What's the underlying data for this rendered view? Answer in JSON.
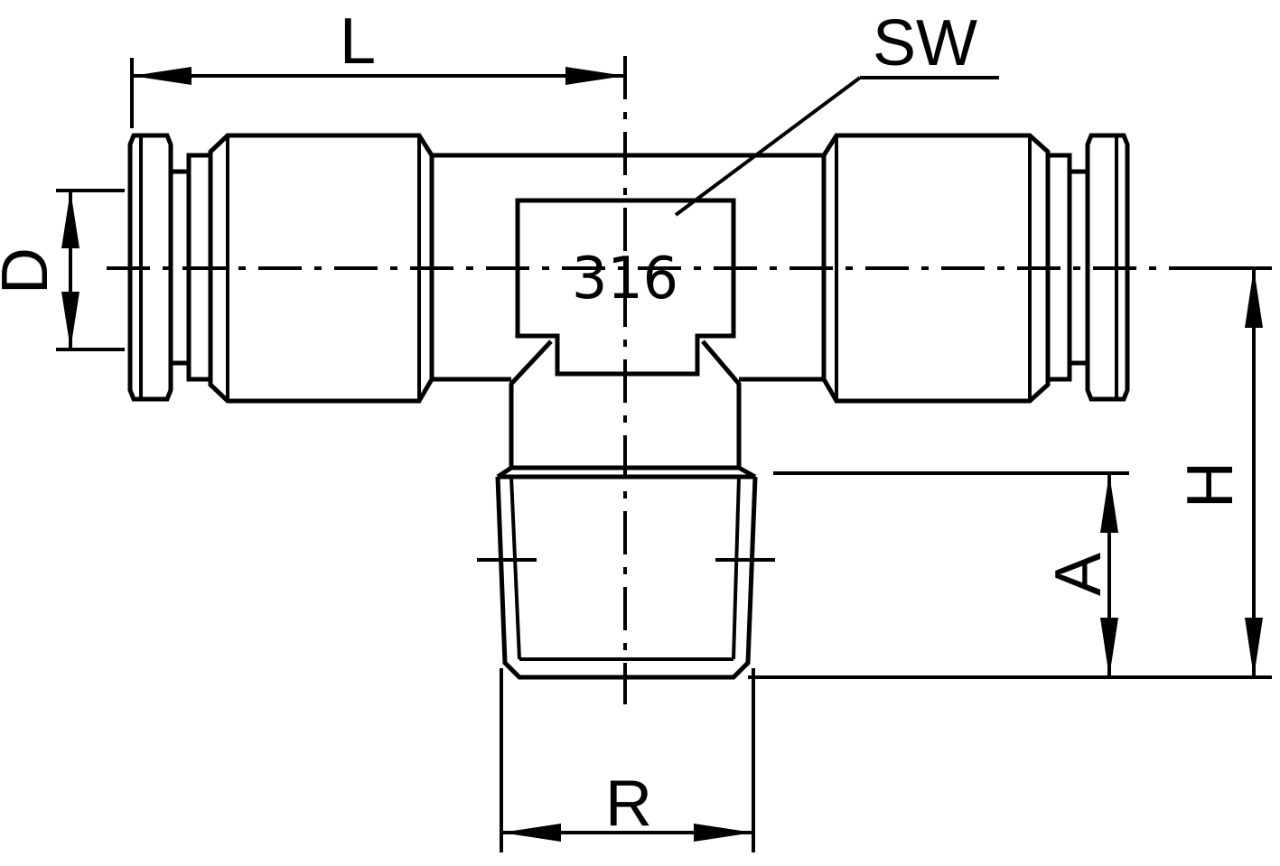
{
  "labels": {
    "L": "L",
    "SW": "SW",
    "D": "D",
    "H": "H",
    "A": "A",
    "R": "R"
  },
  "body_marking": "316"
}
